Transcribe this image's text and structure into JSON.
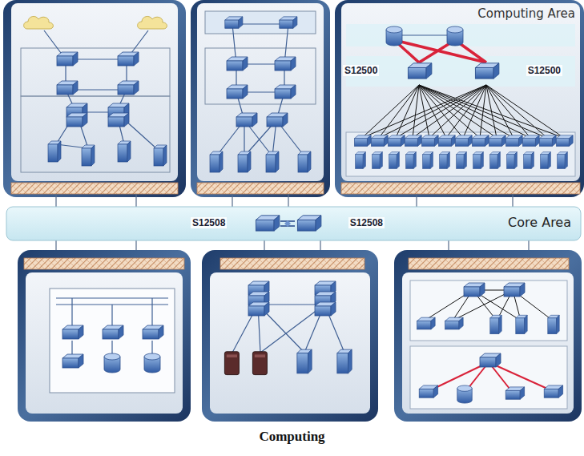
{
  "diagram": {
    "caption": "Computing",
    "nodes": [
      {
        "text": [
          "Computing Area"
        ]
      },
      {
        "text": [
          "S12500"
        ],
        "in": 0
      },
      {
        "text": [
          "S12500"
        ],
        "in": 0
      },
      {
        "text": [
          "Core Area"
        ]
      },
      {
        "text": [
          "S12508"
        ],
        "in": 3
      },
      {
        "text": [
          "S12508"
        ],
        "in": 3
      }
    ],
    "edges": [
      {
        "from": 4,
        "to": 5,
        "arrow": "none"
      }
    ]
  }
}
